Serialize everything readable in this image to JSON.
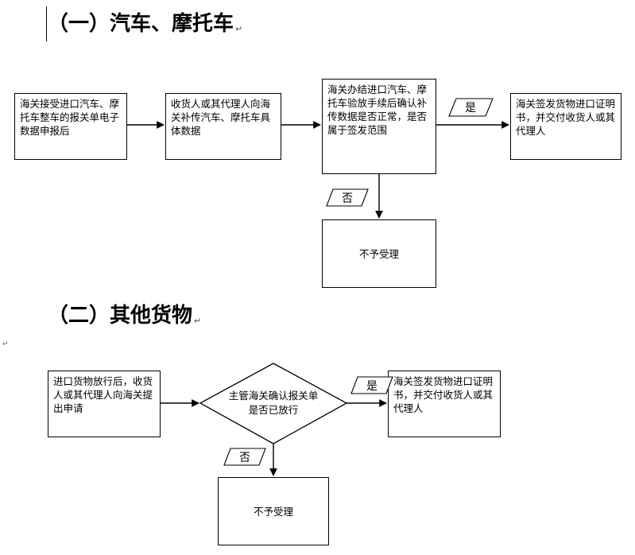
{
  "sections": [
    {
      "heading": "（一）汽车、摩托车",
      "boxes": [
        "海关接受进口汽车、摩托车整车的报关单电子数据申报后",
        "收货人或其代理人向海关补传汽车、摩托车具体数据",
        "海关办结进口汽车、摩托车验放手续后确认补传数据是否正常，是否属于签发范围",
        "海关签发货物进口证明书，并交付收货人或其代理人",
        "不予受理"
      ],
      "yes_label": "是",
      "no_label": "否"
    },
    {
      "heading": "（二）其他货物",
      "boxes": [
        "进口货物放行后，收货人或其代理人向海关提出申请",
        "海关签发货物进口证明书，并交付收货人或其代理人",
        "不予受理"
      ],
      "decision": "主管海关确认报关单是否已放行",
      "yes_label": "是",
      "no_label": "否"
    }
  ]
}
